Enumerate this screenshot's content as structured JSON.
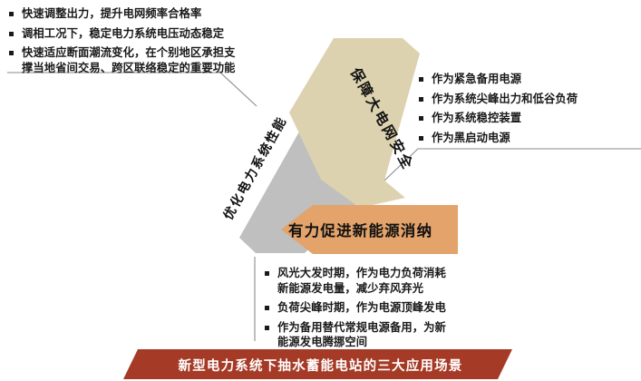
{
  "diagram": {
    "title": "新型电力系统下抽水蓄能电站的三大应用场景",
    "colors": {
      "gray_arrow": "#bfbfbf",
      "tan_arrow": "#ddd2af",
      "orange_arrow": "#e3a36a",
      "banner": "#a53a26",
      "connector_line": "#808080",
      "text": "#1a1a1a",
      "banner_text": "#ffffff"
    },
    "arrows": [
      {
        "name": "optimize-power-system-performance",
        "label": "优化电力系统性能",
        "color": "#bfbfbf",
        "direction": "up-right"
      },
      {
        "name": "ensure-grid-safety",
        "label": "保障大电网安全",
        "color": "#ddd2af",
        "direction": "down-right"
      },
      {
        "name": "promote-renewable-consumption",
        "label": "有力促进新能源消纳",
        "color": "#e3a36a",
        "direction": "left"
      }
    ],
    "lists": {
      "optimize": {
        "name": "optimize-power-system-performance",
        "items": [
          "快速调整出力，提升电网频率合格率",
          "调相工况下，稳定电力系统电压动态稳定",
          "快速适应断面潮流变化，在个别地区承担支\n撑当地省间交易、跨区联络稳定的重要功能"
        ]
      },
      "grid_safety": {
        "name": "ensure-grid-safety",
        "items": [
          "作为紧急备用电源",
          "作为系统尖峰出力和低谷负荷",
          "作为系统稳控装置",
          "作为黑启动电源"
        ]
      },
      "renewable": {
        "name": "promote-renewable-consumption",
        "items": [
          "风光大发时期，作为电力负荷消耗\n新能源发电量，减少弃风弃光",
          "负荷尖峰时期，作为电源顶峰发电",
          "作为备用替代常规电源备用，为新\n能源发电腾挪空间"
        ]
      }
    }
  }
}
